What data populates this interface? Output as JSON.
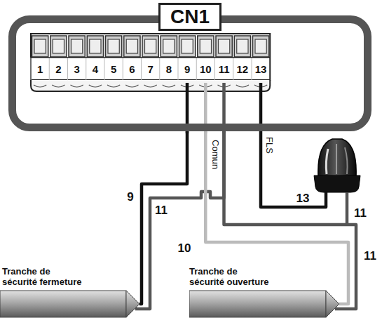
{
  "diagram": {
    "nodes": [
      {
        "text": [
          "CN1"
        ]
      },
      {
        "text": [
          "Tranche de sécurité fermeture"
        ]
      },
      {
        "text": [
          "Tranche de sécurité ouverture"
        ]
      }
    ],
    "edges": [
      {
        "from": 0,
        "to": 1,
        "arrow": "none",
        "label": "9"
      },
      {
        "from": 0,
        "to": 1,
        "arrow": "none",
        "label": "11"
      },
      {
        "from": 0,
        "to": 2,
        "arrow": "none",
        "label": "10"
      },
      {
        "from": 0,
        "to": 2,
        "arrow": "none",
        "label": "11"
      }
    ],
    "labels": [
      "1",
      "2",
      "3",
      "4",
      "5",
      "6",
      "7",
      "8",
      "9",
      "10",
      "11",
      "12",
      "13",
      "Comun",
      "FLS",
      "13",
      "11"
    ]
  }
}
